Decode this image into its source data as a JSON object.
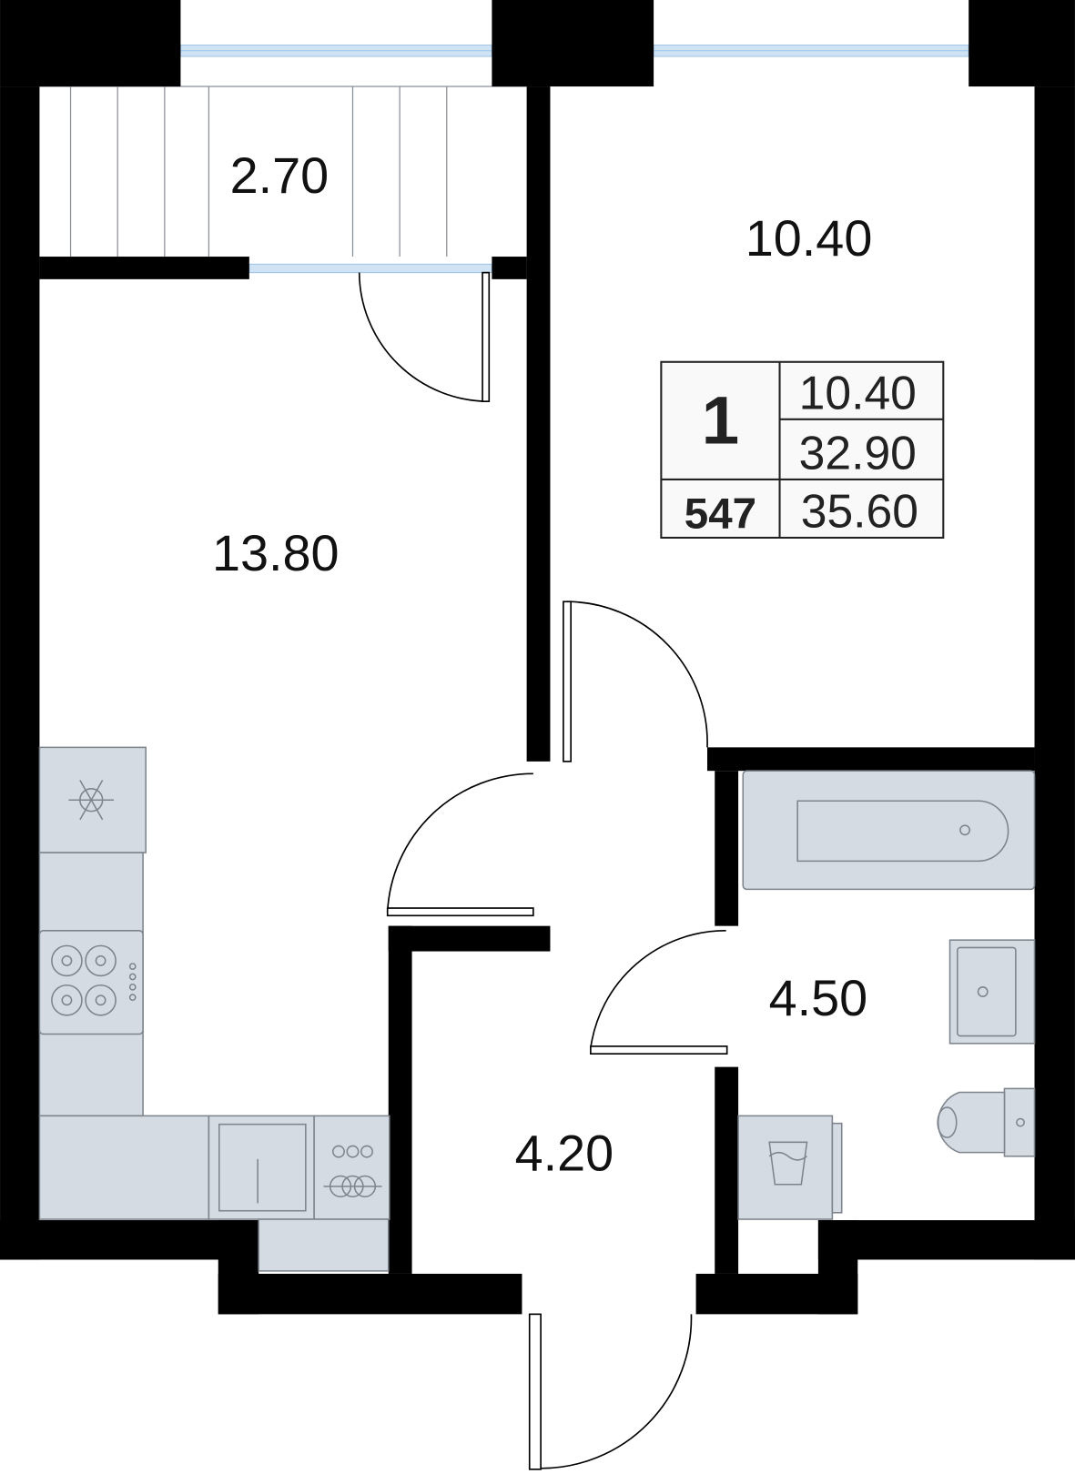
{
  "plan": {
    "rooms": {
      "balcony_area": "2.70",
      "bedroom_area": "10.40",
      "kitchen_living_area": "13.80",
      "bathroom_area": "4.50",
      "hallway_area": "4.20"
    },
    "summary": {
      "rooms_count": "1",
      "apartment_number": "547",
      "living_area": "10.40",
      "area_without_balcony": "32.90",
      "total_area": "35.60"
    },
    "colors": {
      "wall": "#000000",
      "fixture": "#d5dbe3",
      "glass": "#cfe3f5"
    }
  }
}
